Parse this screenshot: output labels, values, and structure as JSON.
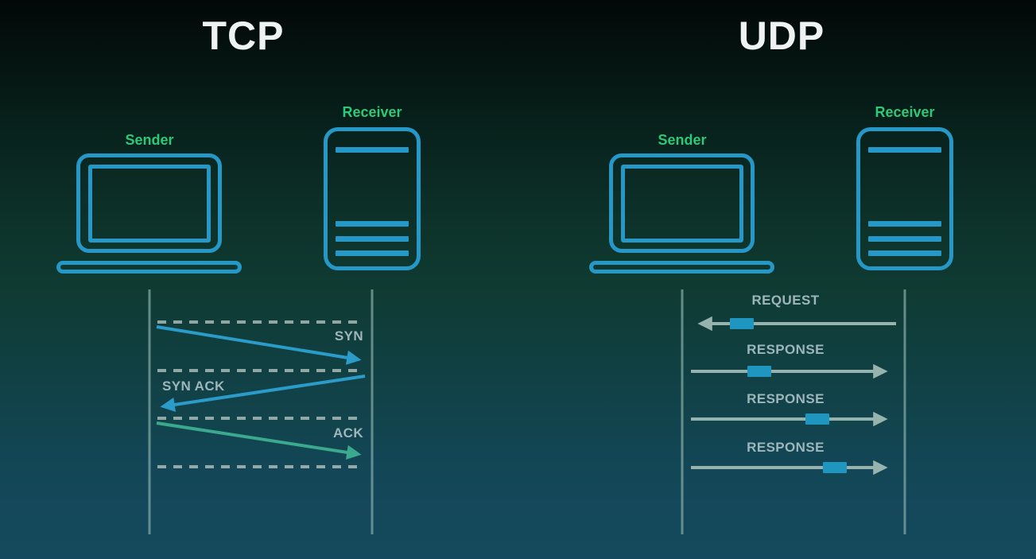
{
  "colors": {
    "title_white": "#eef3f2",
    "label_green": "#2dc878",
    "device_blue": "#2598c8",
    "arrow_blue": "#2b9cc9",
    "arrow_green": "#3aa98d",
    "udp_arrow_gray": "#96b3ae",
    "packet_blue": "#1f96c0",
    "lifeline_gray": "#7fa7a4",
    "dash_gray": "#b2c2bd",
    "message_label_gray": "#9db6bb"
  },
  "tcp": {
    "title": "TCP",
    "sender_label": "Sender",
    "receiver_label": "Receiver",
    "messages": [
      {
        "label": "SYN",
        "from": "sender",
        "to": "receiver",
        "color": "blue"
      },
      {
        "label": "SYN ACK",
        "from": "receiver",
        "to": "sender",
        "color": "blue"
      },
      {
        "label": "ACK",
        "from": "sender",
        "to": "receiver",
        "color": "green"
      }
    ]
  },
  "udp": {
    "title": "UDP",
    "sender_label": "Sender",
    "receiver_label": "Receiver",
    "messages": [
      {
        "label": "REQUEST",
        "from": "receiver",
        "to": "sender"
      },
      {
        "label": "RESPONSE",
        "from": "sender",
        "to": "receiver"
      },
      {
        "label": "RESPONSE",
        "from": "sender",
        "to": "receiver"
      },
      {
        "label": "RESPONSE",
        "from": "sender",
        "to": "receiver"
      }
    ]
  }
}
